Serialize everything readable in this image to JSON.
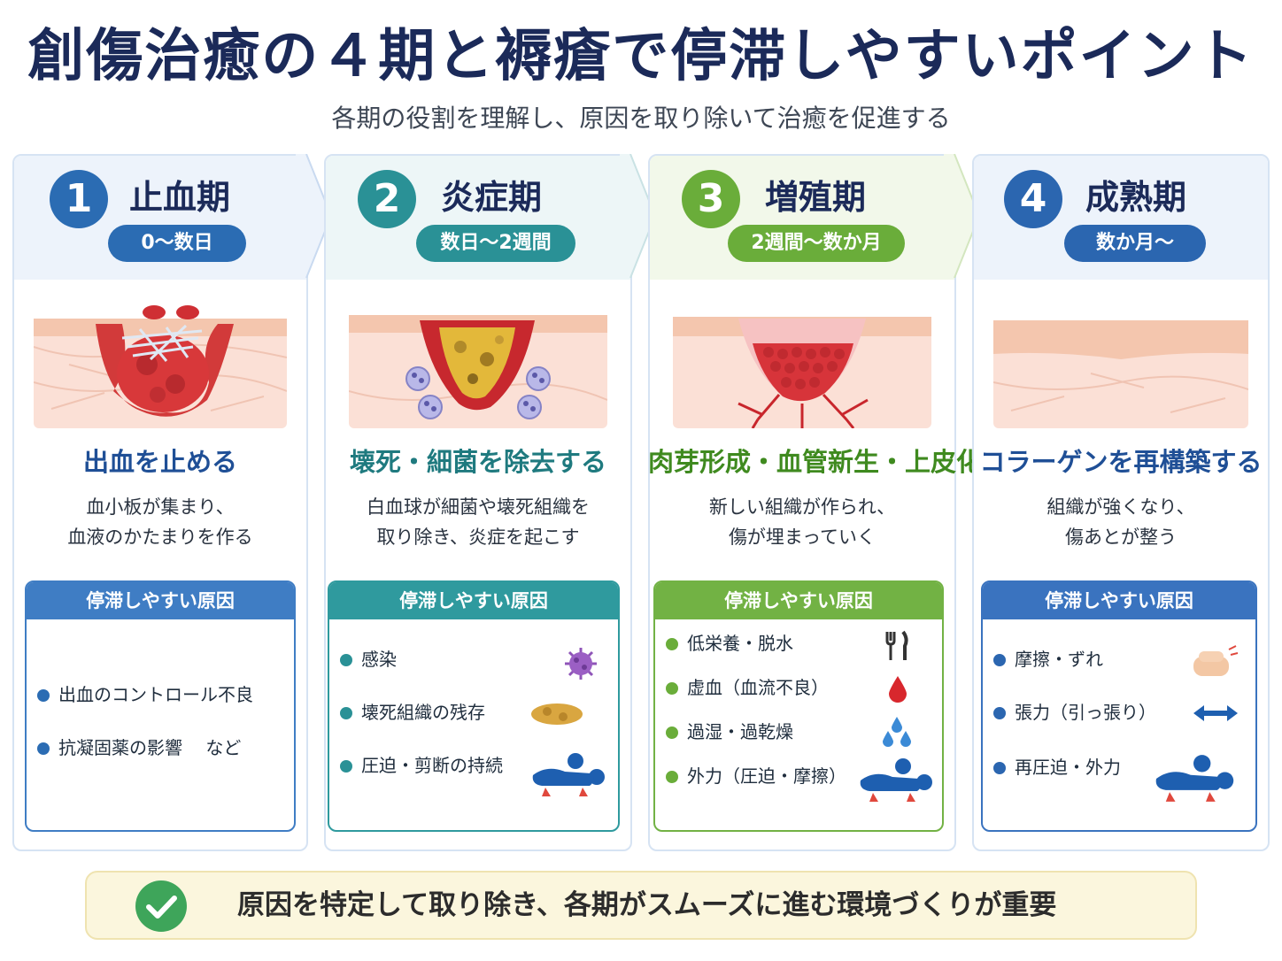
{
  "header": {
    "title": "創傷治癒の４期と褥瘡で停滞しやすいポイント",
    "subtitle": "各期の役割を理解し、原因を取り除いて治癒を促進する"
  },
  "colors": {
    "phase1": "#2b6cb3",
    "phase2": "#2a9196",
    "phase3": "#6aad3a",
    "phase4": "#2b66b0",
    "title": "#1b2a59",
    "footer_bg": "#fbf6dd"
  },
  "phases": [
    {
      "number": "1",
      "name": "止血期",
      "period": "0〜数日",
      "role": "出血を止める",
      "desc_line1": "血小板が集まり、",
      "desc_line2": "血液のかたまりを作る",
      "cause_heading": "停滞しやすい原因",
      "causes": [
        {
          "text": "出血のコントロール不良",
          "icon": ""
        },
        {
          "text": "抗凝固薬の影響　 など",
          "icon": ""
        }
      ],
      "illustration": "blood-clot-icon"
    },
    {
      "number": "2",
      "name": "炎症期",
      "period": "数日〜2週間",
      "role": "壊死・細菌を除去する",
      "desc_line1": "白血球が細菌や壊死組織を",
      "desc_line2": "取り除き、炎症を起こす",
      "cause_heading": "停滞しやすい原因",
      "causes": [
        {
          "text": "感染",
          "icon": "bacteria-icon"
        },
        {
          "text": "壊死組織の残存",
          "icon": "necrotic-tissue-icon"
        },
        {
          "text": "圧迫・剪断の持続",
          "icon": "lying-person-icon"
        }
      ],
      "illustration": "white-blood-cell-icon"
    },
    {
      "number": "3",
      "name": "増殖期",
      "period": "2週間〜数か月",
      "role": "肉芽形成・血管新生・上皮化",
      "desc_line1": "新しい組織が作られ、",
      "desc_line2": "傷が埋まっていく",
      "cause_heading": "停滞しやすい原因",
      "causes": [
        {
          "text": "低栄養・脱水",
          "icon": "fork-knife-icon"
        },
        {
          "text": "虚血（血流不良）",
          "icon": "blood-drop-icon"
        },
        {
          "text": "過湿・過乾燥",
          "icon": "water-drops-icon"
        },
        {
          "text": "外力（圧迫・摩擦）",
          "icon": "lying-person-icon"
        }
      ],
      "illustration": "granulation-tissue-icon"
    },
    {
      "number": "4",
      "name": "成熟期",
      "period": "数か月〜",
      "role": "コラーゲンを再構築する",
      "desc_line1": "組織が強くなり、",
      "desc_line2": "傷あとが整う",
      "cause_heading": "停滞しやすい原因",
      "causes": [
        {
          "text": "摩擦・ずれ",
          "icon": "rubbing-hand-icon"
        },
        {
          "text": "張力（引っ張り）",
          "icon": "double-arrow-icon"
        },
        {
          "text": "再圧迫・外力",
          "icon": "lying-person-icon"
        }
      ],
      "illustration": "healed-skin-icon"
    }
  ],
  "footer": {
    "icon": "check-circle-icon",
    "text": "原因を特定して取り除き、各期がスムーズに進む環境づくりが重要"
  }
}
